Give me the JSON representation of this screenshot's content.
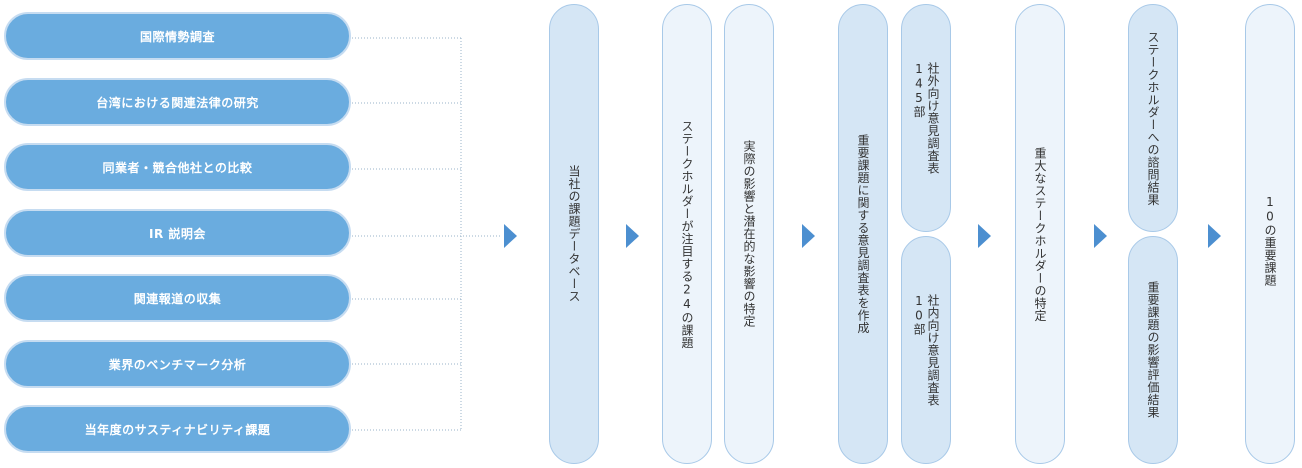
{
  "sources": [
    "国際情勢調査",
    "台湾における関連法律の研究",
    "同業者・競合他社との比較",
    "IR 説明会",
    "関連報道の収集",
    "業界のベンチマーク分析",
    "当年度のサスティナビリティ課題"
  ],
  "steps": {
    "database": "当社の課題データベース",
    "issues24": "ステークホルダーが注目する24の課題",
    "impact": "実際の影響と潜在的な影響の特定",
    "questionnaire": "重要課題に関する意見調査表を作成",
    "external_survey": [
      "社外向け意見調査表",
      "145部"
    ],
    "internal_survey": [
      "社内向け意見調査表",
      "10部"
    ],
    "stakeholders": "重大なステークホルダーの特定",
    "inquiry": "ステークホルダーへの諮問結果",
    "evaluation": "重要課題の影響評価結果",
    "material": "10の重要課題"
  },
  "colors": {
    "source_fill": "#6aacdf",
    "pill_dark": "#d5e6f5",
    "pill_light": "#edf4fb",
    "arrow": "#4c8fd0"
  }
}
